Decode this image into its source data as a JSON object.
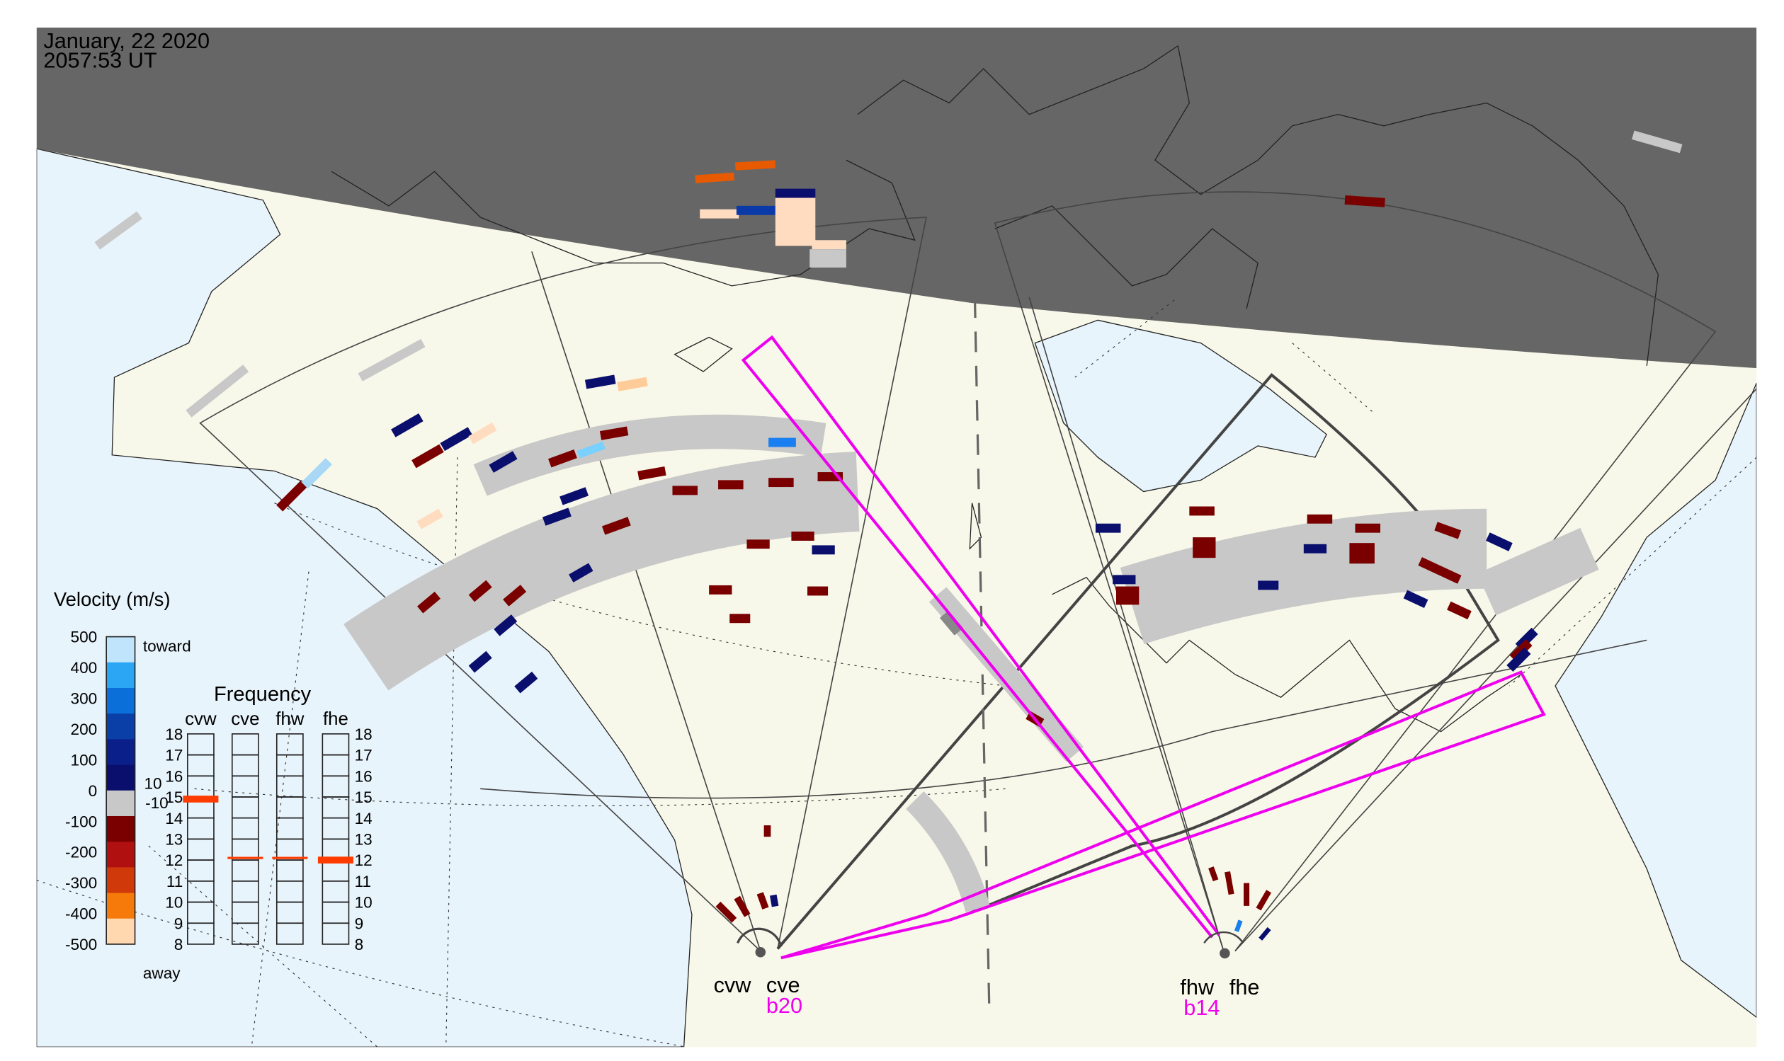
{
  "header": {
    "date": "January, 22 2020",
    "time": "2057:53 UT"
  },
  "velocity_legend": {
    "title": "Velocity (m/s)",
    "ticks": [
      "500",
      "400",
      "300",
      "200",
      "100",
      "0",
      "-100",
      "-200",
      "-300",
      "-400",
      "-500"
    ],
    "toward_label": "toward",
    "away_label": "away",
    "small_ticks": [
      "10",
      "-10"
    ],
    "colors": [
      "#bfe4fb",
      "#2aa6f5",
      "#0a6fd9",
      "#0b3fa8",
      "#0a1f8a",
      "#0a0f6e",
      "#c8c8c8",
      "#7a0000",
      "#b01010",
      "#d03a0a",
      "#f57a0a",
      "#ffd8b0"
    ]
  },
  "frequency_legend": {
    "title": "Frequency",
    "radars": [
      "cvw",
      "cve",
      "fhw",
      "fhe"
    ],
    "ticks": [
      "18",
      "17",
      "16",
      "15",
      "14",
      "13",
      "12",
      "11",
      "10",
      "9",
      "8"
    ],
    "frequencies_mhz": {
      "cvw": 14.9,
      "cve": 12.1,
      "fhw": 12.1,
      "fhe": 12.0
    },
    "marker_color": "#ff3c00"
  },
  "stations": [
    {
      "west": "cvw",
      "east": "cve",
      "beam": "b20"
    },
    {
      "west": "fhw",
      "east": "fhe",
      "beam": "b14"
    }
  ],
  "colors": {
    "ocean": "#e8f4fc",
    "land": "#f8f8ea",
    "night": "#666666",
    "beam": "#ee00ee",
    "ground_scatter": "#c8c8c8"
  }
}
